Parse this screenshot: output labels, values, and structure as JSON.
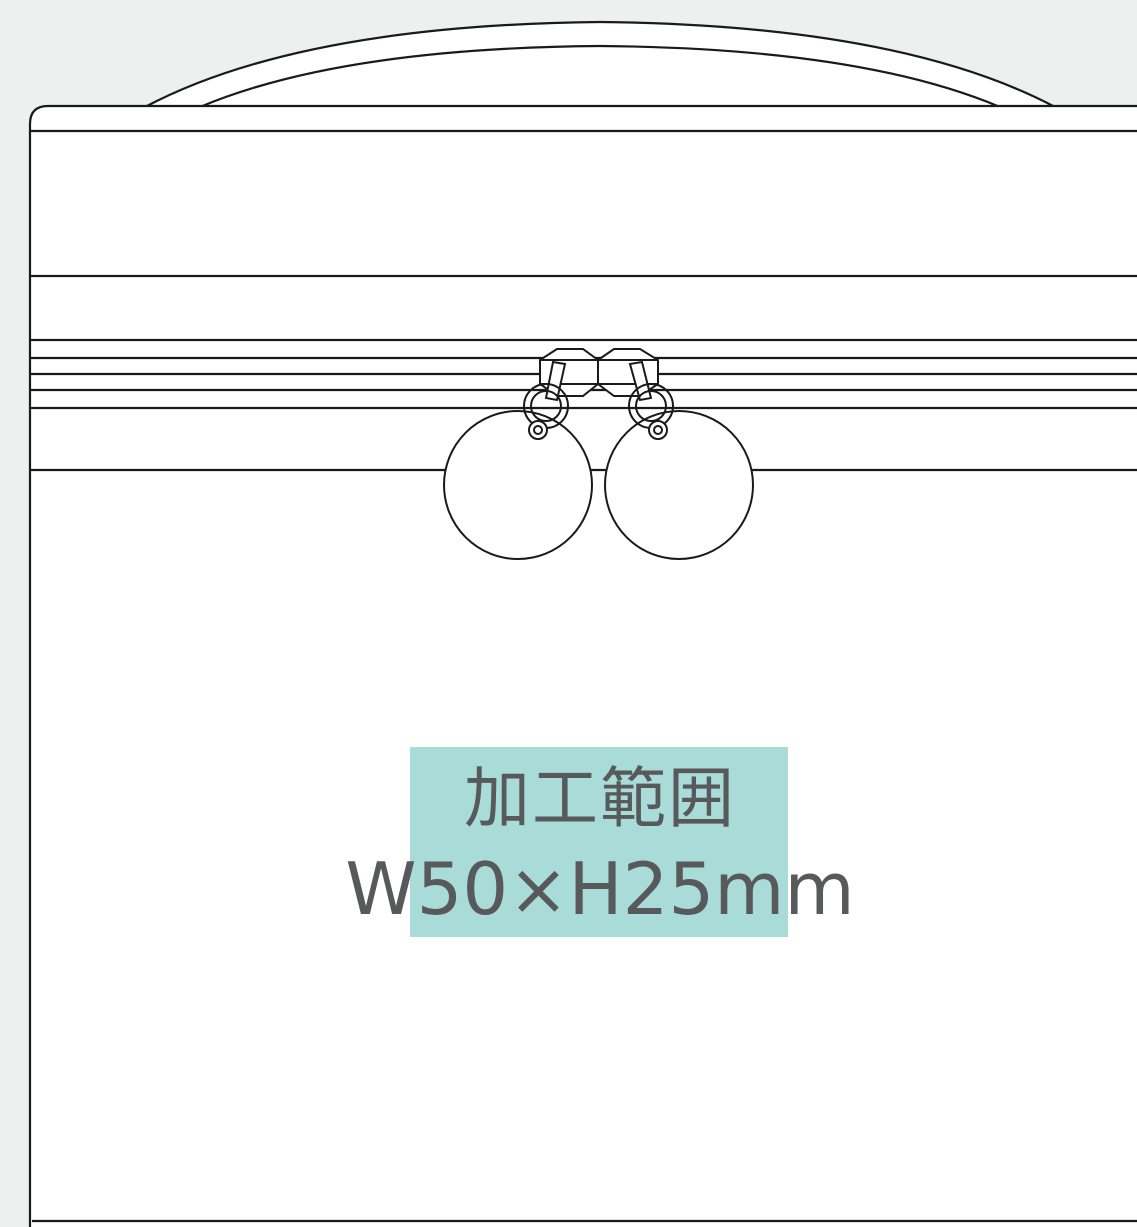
{
  "colors": {
    "background": "#edf0ef",
    "product_fill": "#ffffff",
    "outline": "#1a1a1a",
    "print_area": "#a9dbd9",
    "label_text": "#58595b"
  },
  "print_area": {
    "title": "加工範囲",
    "size": "W50×H25mm"
  },
  "icons": {
    "handle": "bag-handle",
    "zipper": "zipper-tape",
    "puller_left": "round-zipper-puller",
    "puller_right": "round-zipper-puller"
  }
}
